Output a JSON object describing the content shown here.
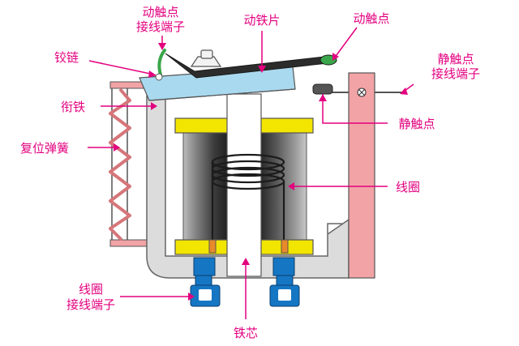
{
  "labels": {
    "moving_contact_terminal_1": "动触点",
    "moving_contact_terminal_2": "接线端子",
    "armature_plate": "动铁片",
    "moving_contact": "动触点",
    "static_contact_terminal_1": "静触点",
    "static_contact_terminal_2": "接线端子",
    "hinge": "铰链",
    "armature": "衔铁",
    "static_contact": "静触点",
    "return_spring": "复位弹簧",
    "coil": "线圈",
    "coil_terminal_1": "线圈",
    "coil_terminal_2": "接线端子",
    "iron_core": "铁芯"
  },
  "colors": {
    "label_text": "#e3007f",
    "leader_line": "#e3007f",
    "armature_plate": "#a9d9ef",
    "coil_bobbin": "#f2e500",
    "terminal": "#1576c4",
    "static_contact_post": "#f2a3a6",
    "spring": "#d5767a",
    "frame": "#d9d9d9",
    "hinge_wire": "#3aa64a"
  }
}
